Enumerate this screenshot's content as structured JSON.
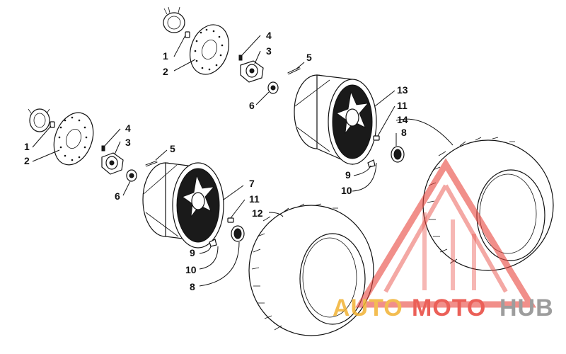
{
  "callouts": {
    "rear_1": "1",
    "rear_2": "2",
    "rear_3": "3",
    "rear_4": "4",
    "rear_5": "5",
    "rear_6": "6",
    "rear_8": "8",
    "rear_9": "9",
    "rear_10": "10",
    "rear_11": "11",
    "rear_13": "13",
    "rear_14": "14",
    "front_1": "1",
    "front_2": "2",
    "front_3": "3",
    "front_4": "4",
    "front_5": "5",
    "front_6": "6",
    "front_7": "7",
    "front_8": "8",
    "front_9": "9",
    "front_10": "10",
    "front_11": "11",
    "front_12": "12"
  },
  "watermark": {
    "part_auto": "AUTO",
    "part_moto": "MOTO",
    "part_hub": "HUB"
  },
  "colors": {
    "watermark_red": "#e8453c",
    "watermark_orange": "#f2b233",
    "watermark_gray": "#8c8c8c",
    "line": "#111111"
  }
}
